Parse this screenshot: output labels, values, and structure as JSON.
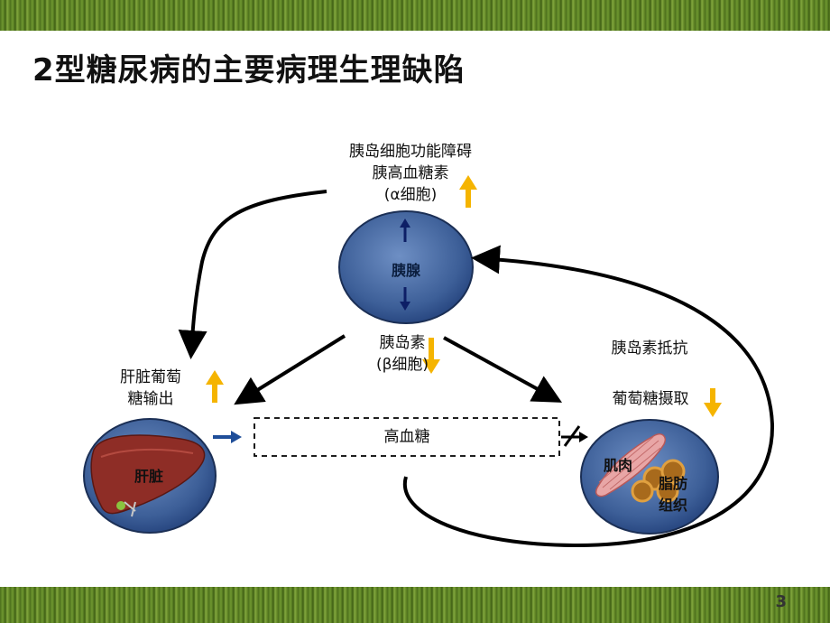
{
  "title": "2型糖尿病的主要病理生理缺陷",
  "page_number": "3",
  "islet": {
    "line1": "胰岛细胞功能障碍",
    "line2": "胰高血糖素",
    "line3": "(α细胞)"
  },
  "pancreas_label": "胰腺",
  "insulin": {
    "line1": "胰岛素",
    "line2": "(β细胞)"
  },
  "liver_output": {
    "line1": "肝脏葡萄",
    "line2": "糖输出"
  },
  "liver_label": "肝脏",
  "hyperglycemia": "高血糖",
  "insulin_resistance": "胰岛素抵抗",
  "glucose_uptake": "葡萄糖摄取",
  "muscle_label": "肌肉",
  "adipose": {
    "line1": "脂肪",
    "line2": "组织"
  },
  "colors": {
    "up_arrow": "#f5b400",
    "down_arrow": "#f5b400",
    "circle": "#4a6fa8",
    "blue_arrow": "#1f4e99"
  }
}
